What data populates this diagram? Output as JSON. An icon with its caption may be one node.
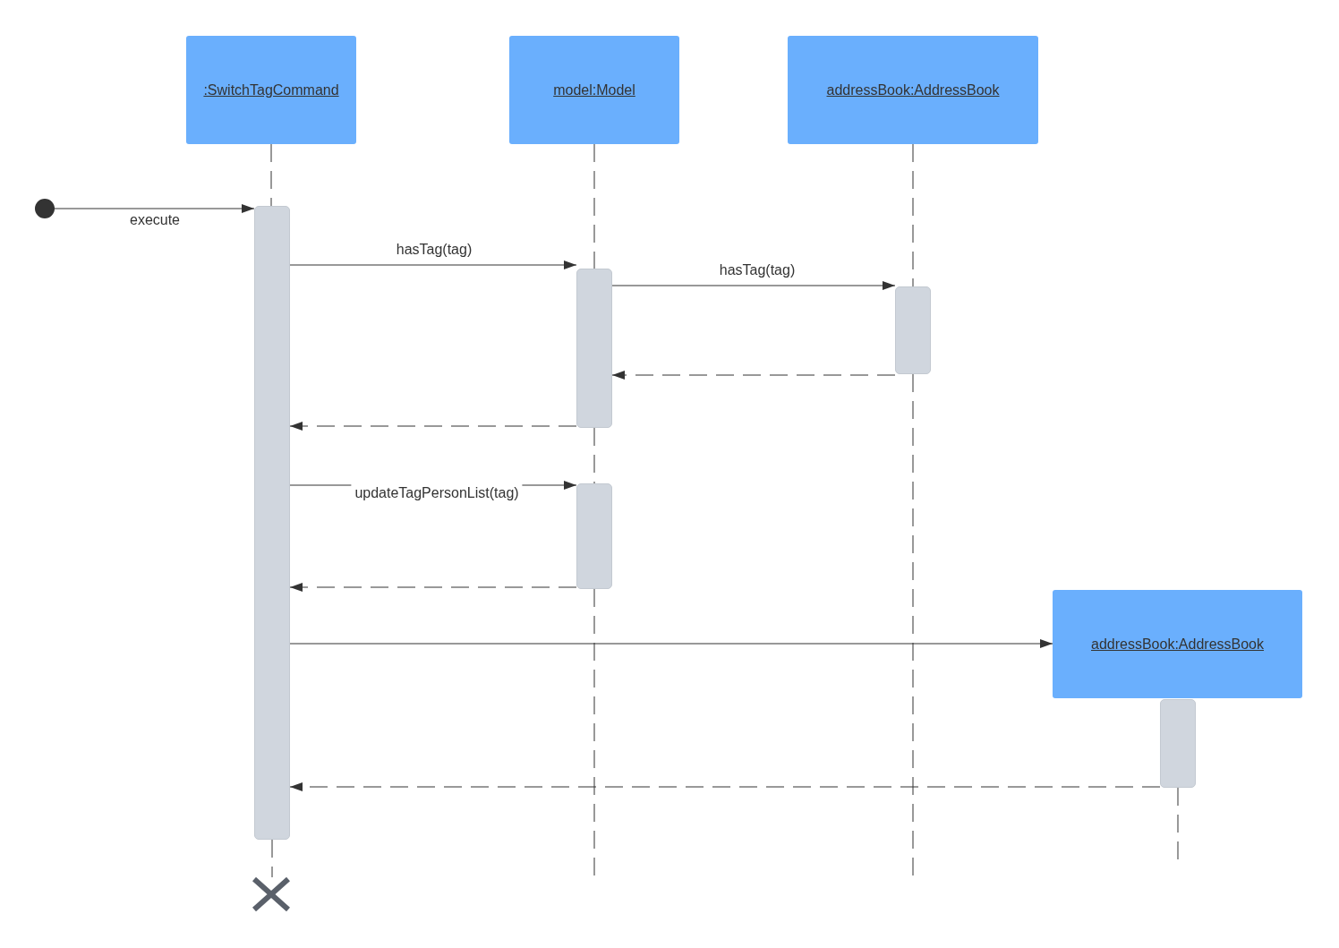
{
  "diagram": {
    "nodes": [
      {
        "text": [
          ":SwitchTagCommand"
        ]
      },
      {
        "text": [
          "model:Model"
        ]
      },
      {
        "text": [
          "addressBook:AddressBook"
        ]
      },
      {
        "text": [
          "addressBook:AddressBook"
        ]
      },
      {
        "text": [],
        "shape": "circle"
      },
      {
        "text": [],
        "shape": "bar"
      },
      {
        "text": [],
        "shape": "bar"
      },
      {
        "text": [],
        "shape": "bar"
      },
      {
        "text": [],
        "shape": "bar"
      },
      {
        "text": [],
        "shape": "bar"
      },
      {
        "text": [],
        "shape": "cross"
      }
    ],
    "edges": [
      {
        "from": 4,
        "to": 5,
        "arrow": "to",
        "label": "execute"
      },
      {
        "from": 5,
        "to": 6,
        "arrow": "to",
        "label": "hasTag(tag)"
      },
      {
        "from": 6,
        "to": 7,
        "arrow": "to",
        "label": "hasTag(tag)"
      },
      {
        "from": 7,
        "to": 6,
        "arrow": "to",
        "style": "dashed"
      },
      {
        "from": 6,
        "to": 5,
        "arrow": "to",
        "style": "dashed"
      },
      {
        "from": 5,
        "to": 8,
        "arrow": "to",
        "label": "updateTagPersonList(tag)"
      },
      {
        "from": 8,
        "to": 5,
        "arrow": "to",
        "style": "dashed"
      },
      {
        "from": 5,
        "to": 3,
        "arrow": "to"
      },
      {
        "from": 9,
        "to": 5,
        "arrow": "to",
        "style": "dashed"
      },
      {
        "from": 0,
        "to": 5,
        "arrow": "none",
        "style": "dashed"
      },
      {
        "from": 5,
        "to": 10,
        "arrow": "none",
        "style": "dashed"
      },
      {
        "from": 1,
        "to": 6,
        "arrow": "none",
        "style": "dashed"
      },
      {
        "from": 6,
        "to": 8,
        "arrow": "none",
        "style": "dashed"
      },
      {
        "from": 8,
        "to": null,
        "arrow": "none",
        "style": "dashed"
      },
      {
        "from": 2,
        "to": 7,
        "arrow": "none",
        "style": "dashed"
      },
      {
        "from": 7,
        "to": null,
        "arrow": "none",
        "style": "dashed"
      },
      {
        "from": 9,
        "to": null,
        "arrow": "none",
        "style": "dashed"
      }
    ]
  }
}
